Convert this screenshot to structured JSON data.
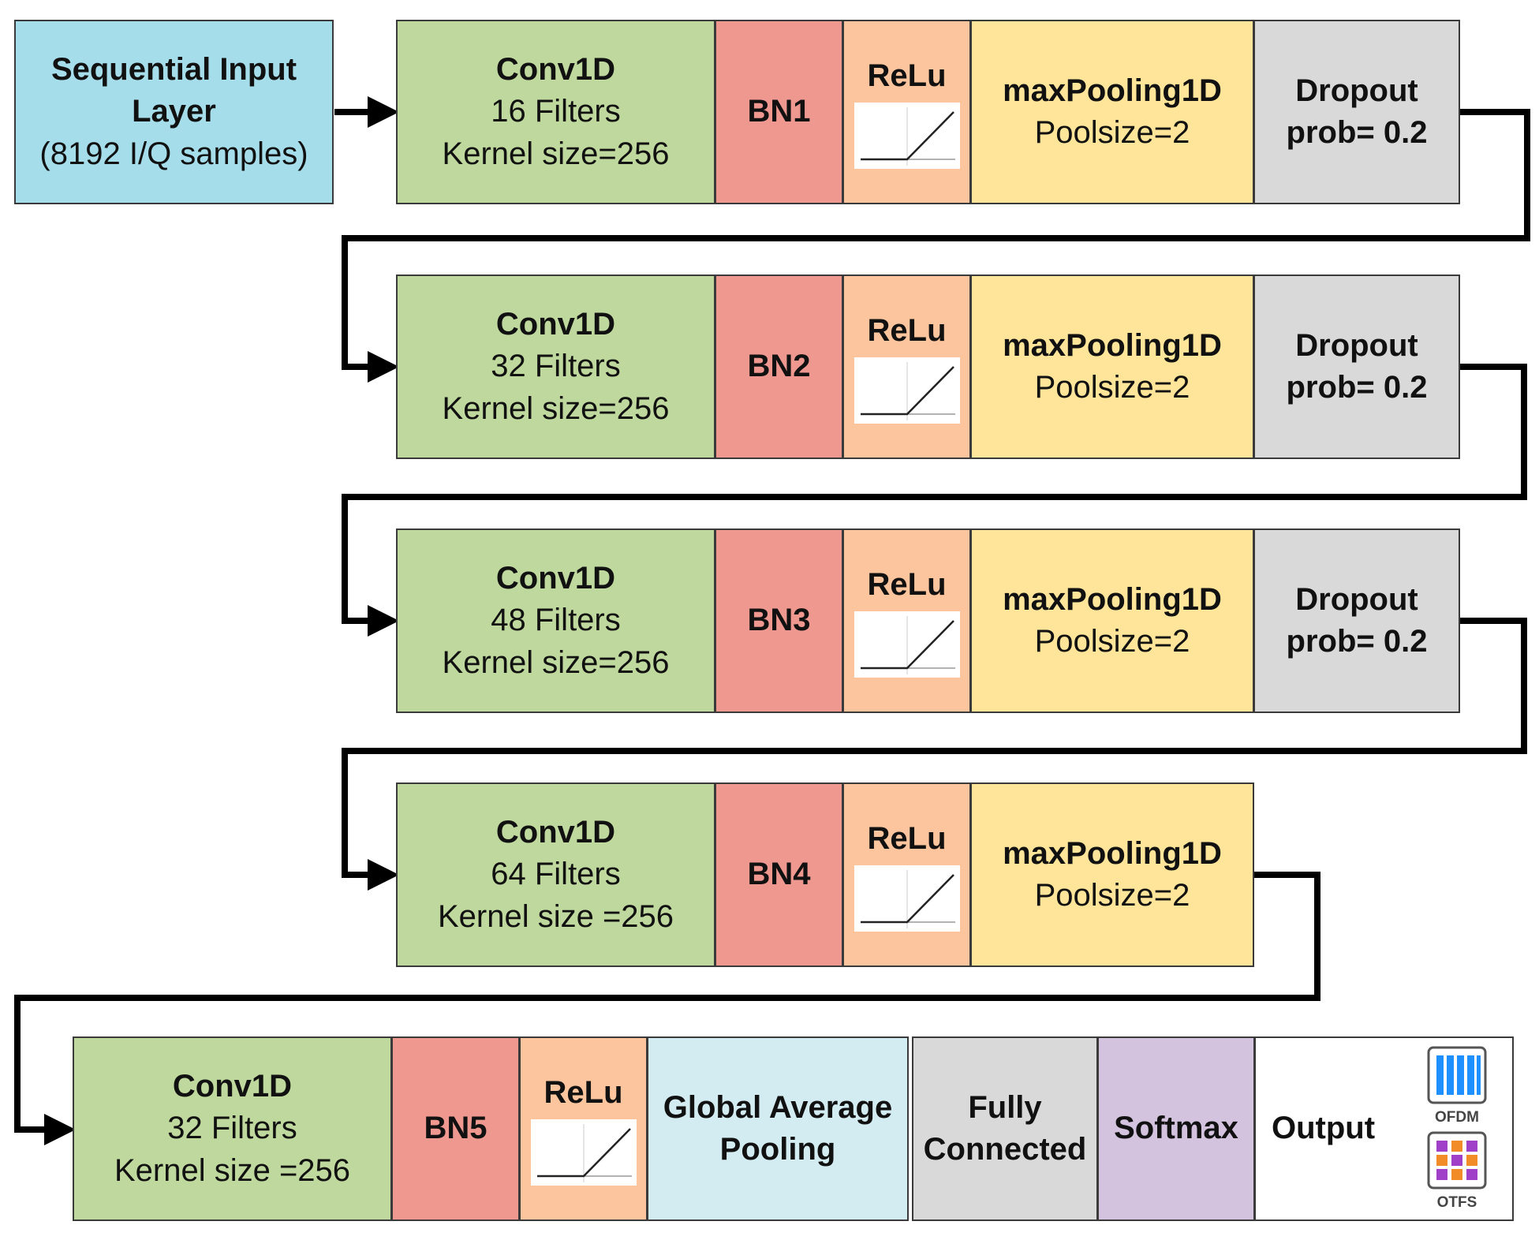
{
  "colors": {
    "input": "#A6DDEA",
    "conv": "#BFD89D",
    "bn": "#EE9890",
    "relu": "#FCC59D",
    "pool": "#FEE599",
    "dropout": "#D9D9D9",
    "gap": "#D3ECF1",
    "fc": "#D9D9D9",
    "softmax": "#D3C3DE",
    "output": "#FFFFFF",
    "ofdm_blue": "#1E90FF",
    "otfs_purple": "#A040C8",
    "otfs_orange": "#F28C28",
    "line": "#000000"
  },
  "input_layer": {
    "line1": "Sequential Input",
    "line2": "Layer",
    "line3": "(8192 I/Q samples)"
  },
  "rows": [
    {
      "conv": {
        "title": "Conv1D",
        "filters": "16 Filters",
        "kernel": "Kernel size=256"
      },
      "bn": "BN1",
      "relu": "ReLu",
      "pool": {
        "title": "maxPooling1D",
        "size": "Poolsize=2"
      },
      "dropout": {
        "title": "Dropout",
        "prob": "prob= 0.2"
      }
    },
    {
      "conv": {
        "title": "Conv1D",
        "filters": "32 Filters",
        "kernel": "Kernel size=256"
      },
      "bn": "BN2",
      "relu": "ReLu",
      "pool": {
        "title": "maxPooling1D",
        "size": "Poolsize=2"
      },
      "dropout": {
        "title": "Dropout",
        "prob": "prob= 0.2"
      }
    },
    {
      "conv": {
        "title": "Conv1D",
        "filters": "48 Filters",
        "kernel": "Kernel size=256"
      },
      "bn": "BN3",
      "relu": "ReLu",
      "pool": {
        "title": "maxPooling1D",
        "size": "Poolsize=2"
      },
      "dropout": {
        "title": "Dropout",
        "prob": "prob= 0.2"
      }
    },
    {
      "conv": {
        "title": "Conv1D",
        "filters": "64 Filters",
        "kernel": "Kernel size =256"
      },
      "bn": "BN4",
      "relu": "ReLu",
      "pool": {
        "title": "maxPooling1D",
        "size": "Poolsize=2"
      }
    }
  ],
  "final_row": {
    "conv": {
      "title": "Conv1D",
      "filters": "32 Filters",
      "kernel": "Kernel size =256"
    },
    "bn": "BN5",
    "relu": "ReLu",
    "gap": {
      "line1": "Global Average",
      "line2": "Pooling"
    },
    "fc": {
      "line1": "Fully",
      "line2": "Connected"
    },
    "softmax": "Softmax",
    "output": "Output",
    "ofdm_label": "OFDM",
    "otfs_label": "OTFS"
  }
}
